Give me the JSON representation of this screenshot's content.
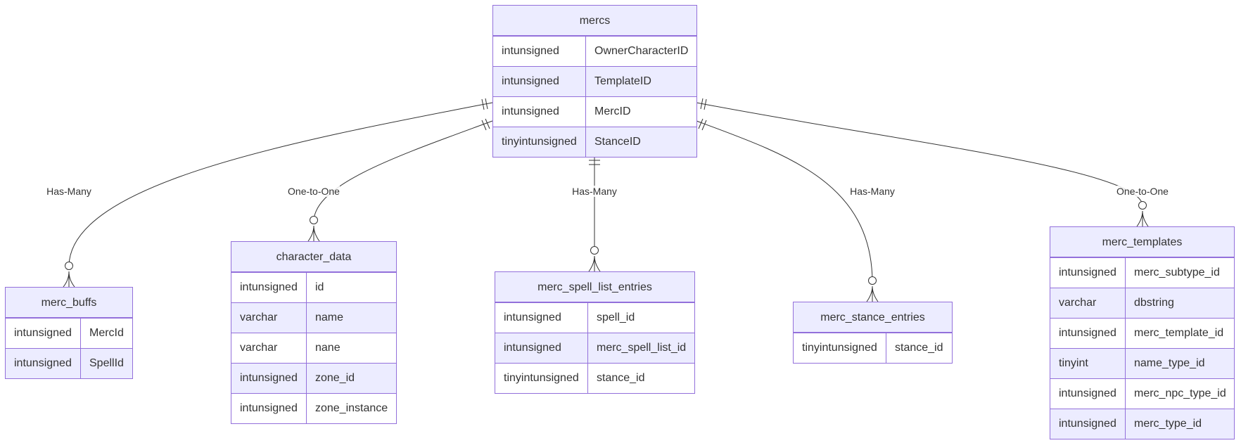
{
  "colors": {
    "border": "#9370DB",
    "header_fill": "#ECECFF",
    "row_alt": "#ECECFF",
    "row": "#FFFFFF",
    "line": "#333333",
    "text": "#333333"
  },
  "entities": {
    "mercs": {
      "name": "mercs",
      "attributes": [
        {
          "type": "intunsigned",
          "name": "OwnerCharacterID"
        },
        {
          "type": "intunsigned",
          "name": "TemplateID"
        },
        {
          "type": "intunsigned",
          "name": "MercID"
        },
        {
          "type": "tinyintunsigned",
          "name": "StanceID"
        }
      ]
    },
    "merc_buffs": {
      "name": "merc_buffs",
      "attributes": [
        {
          "type": "intunsigned",
          "name": "MercId"
        },
        {
          "type": "intunsigned",
          "name": "SpellId"
        }
      ]
    },
    "character_data": {
      "name": "character_data",
      "attributes": [
        {
          "type": "intunsigned",
          "name": "id"
        },
        {
          "type": "varchar",
          "name": "name"
        },
        {
          "type": "varchar",
          "name": "nane"
        },
        {
          "type": "intunsigned",
          "name": "zone_id"
        },
        {
          "type": "intunsigned",
          "name": "zone_instance"
        }
      ]
    },
    "merc_spell_list_entries": {
      "name": "merc_spell_list_entries",
      "attributes": [
        {
          "type": "intunsigned",
          "name": "spell_id"
        },
        {
          "type": "intunsigned",
          "name": "merc_spell_list_id"
        },
        {
          "type": "tinyintunsigned",
          "name": "stance_id"
        }
      ]
    },
    "merc_stance_entries": {
      "name": "merc_stance_entries",
      "attributes": [
        {
          "type": "tinyintunsigned",
          "name": "stance_id"
        }
      ]
    },
    "merc_templates": {
      "name": "merc_templates",
      "attributes": [
        {
          "type": "intunsigned",
          "name": "merc_subtype_id"
        },
        {
          "type": "varchar",
          "name": "dbstring"
        },
        {
          "type": "intunsigned",
          "name": "merc_template_id"
        },
        {
          "type": "tinyint",
          "name": "name_type_id"
        },
        {
          "type": "intunsigned",
          "name": "merc_npc_type_id"
        },
        {
          "type": "intunsigned",
          "name": "merc_type_id"
        }
      ]
    }
  },
  "relationships": [
    {
      "from": "mercs",
      "to": "merc_buffs",
      "label": "Has-Many",
      "from_card": "exactly-one",
      "to_card": "zero-or-many"
    },
    {
      "from": "mercs",
      "to": "character_data",
      "label": "One-to-One",
      "from_card": "exactly-one",
      "to_card": "zero-or-many"
    },
    {
      "from": "mercs",
      "to": "merc_spell_list_entries",
      "label": "Has-Many",
      "from_card": "exactly-one",
      "to_card": "zero-or-many"
    },
    {
      "from": "mercs",
      "to": "merc_stance_entries",
      "label": "Has-Many",
      "from_card": "exactly-one",
      "to_card": "zero-or-many"
    },
    {
      "from": "mercs",
      "to": "merc_templates",
      "label": "One-to-One",
      "from_card": "exactly-one",
      "to_card": "zero-or-many"
    }
  ]
}
